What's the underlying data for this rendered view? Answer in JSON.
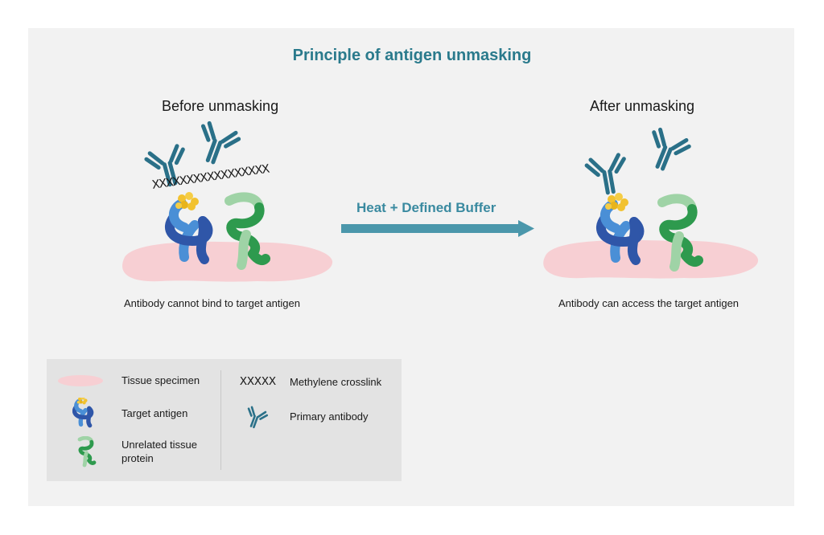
{
  "title": "Principle of antigen unmasking",
  "before": {
    "heading": "Before unmasking",
    "caption": "Antibody cannot bind to target antigen",
    "crosslink": "XXXXXXXXXXXXXXXXX"
  },
  "after": {
    "heading": "After unmasking",
    "caption": "Antibody can access the target antigen"
  },
  "process": {
    "label": "Heat + Defined Buffer"
  },
  "legend": {
    "items": [
      {
        "icon": "tissue-specimen-icon",
        "label": "Tissue specimen"
      },
      {
        "icon": "target-antigen-icon",
        "label": "Target antigen"
      },
      {
        "icon": "unrelated-protein-icon",
        "label": "Unrelated tissue protein"
      },
      {
        "icon": "crosslink-icon",
        "symbol": "XXXXX",
        "label": "Methylene crosslink"
      },
      {
        "icon": "primary-antibody-icon",
        "label": "Primary antibody"
      }
    ]
  },
  "colors": {
    "title": "#2a7a8c",
    "antibody": "#2a7088",
    "target_antigen_dark": "#2f56a8",
    "target_antigen_light": "#4a8fd6",
    "epitope": "#f2c230",
    "unrelated_protein_dark": "#2e9a4e",
    "unrelated_protein_light": "#9fd3a6",
    "tissue": "#f7cfd3",
    "arrow": "#4b97ab"
  }
}
